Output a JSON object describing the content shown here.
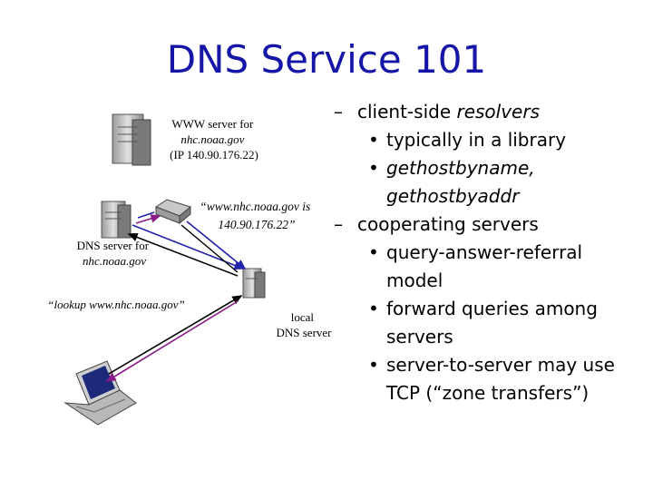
{
  "slide": {
    "title": "DNS Service 101"
  },
  "diagram": {
    "www_label": [
      "WWW server for",
      "nhc.noaa.gov",
      "(IP 140.90.176.22)"
    ],
    "dns_label": [
      "DNS server for",
      "nhc.noaa.gov"
    ],
    "answer_label": [
      "“www.nhc.noaa.gov is",
      "140.90.176.22”"
    ],
    "lookup_label": "“lookup www.nhc.noaa.gov”",
    "local_label": [
      "local",
      "DNS server"
    ],
    "colors": {
      "query_arrow": "#000000",
      "answer_arrow": "#2222aa",
      "referral_arrow": "#8a1c8a"
    }
  },
  "bullets": [
    {
      "level": 1,
      "mark": "–",
      "text": "client-side ",
      "italic_text": "resolvers"
    },
    {
      "level": 2,
      "mark": "•",
      "text": "typically in a library"
    },
    {
      "level": 2,
      "mark": "•",
      "italic_text": "gethostbyname,\ngethostbyaddr"
    },
    {
      "level": 1,
      "mark": "–",
      "text": "cooperating servers"
    },
    {
      "level": 2,
      "mark": "•",
      "text": "query-answer-referral\nmodel"
    },
    {
      "level": 2,
      "mark": "•",
      "text": "forward queries among\nservers"
    },
    {
      "level": 2,
      "mark": "•",
      "text": "server-to-server may use\nTCP (“zone transfers”)"
    }
  ]
}
